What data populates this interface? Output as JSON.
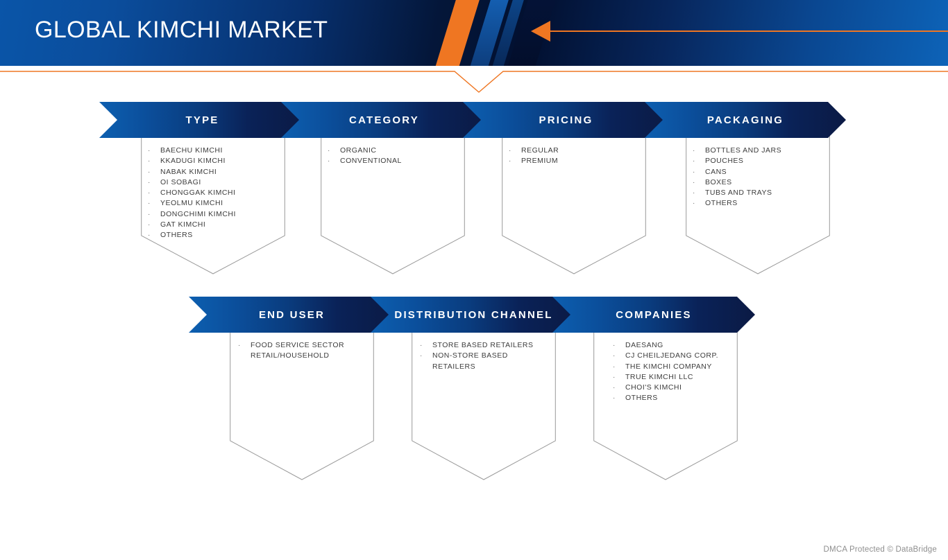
{
  "header": {
    "title": "GLOBAL KIMCHI MARKET",
    "accent_color": "#ef7622",
    "band_color_light": "#0d63b8",
    "band_color_dark": "#021030",
    "arrow_icon": "left-arrow-icon"
  },
  "sections_row1": [
    {
      "title": "TYPE",
      "items": [
        "BAECHU KIMCHI",
        "KKADUGI KIMCHI",
        "NABAK KIMCHI",
        "OI SOBAGI",
        "CHONGGAK KIMCHI",
        "YEOLMU KIMCHI",
        "DONGCHIMI KIMCHI",
        "GAT KIMCHI",
        "OTHERS"
      ]
    },
    {
      "title": "CATEGORY",
      "items": [
        "ORGANIC",
        "CONVENTIONAL"
      ]
    },
    {
      "title": "PRICING",
      "items": [
        "REGULAR",
        "PREMIUM"
      ]
    },
    {
      "title": "PACKAGING",
      "items": [
        "BOTTLES AND JARS",
        "POUCHES",
        "CANS",
        "BOXES",
        "TUBS AND TRAYS",
        "OTHERS"
      ]
    }
  ],
  "sections_row2": [
    {
      "title": "END USER",
      "items": [
        "FOOD SERVICE SECTOR RETAIL/HOUSEHOLD"
      ]
    },
    {
      "title": "DISTRIBUTION CHANNEL",
      "items": [
        "STORE BASED RETAILERS",
        "NON-STORE BASED RETAILERS"
      ]
    },
    {
      "title": "COMPANIES",
      "items": [
        "DAESANG",
        "CJ CHEILJEDANG CORP.",
        "THE KIMCHI COMPANY",
        "TRUE KIMCHI LLC",
        "CHOI'S KIMCHI",
        "OTHERS"
      ]
    }
  ],
  "footer": {
    "text": "DMCA Protected © DataBridge"
  },
  "bullet_glyph": "·"
}
